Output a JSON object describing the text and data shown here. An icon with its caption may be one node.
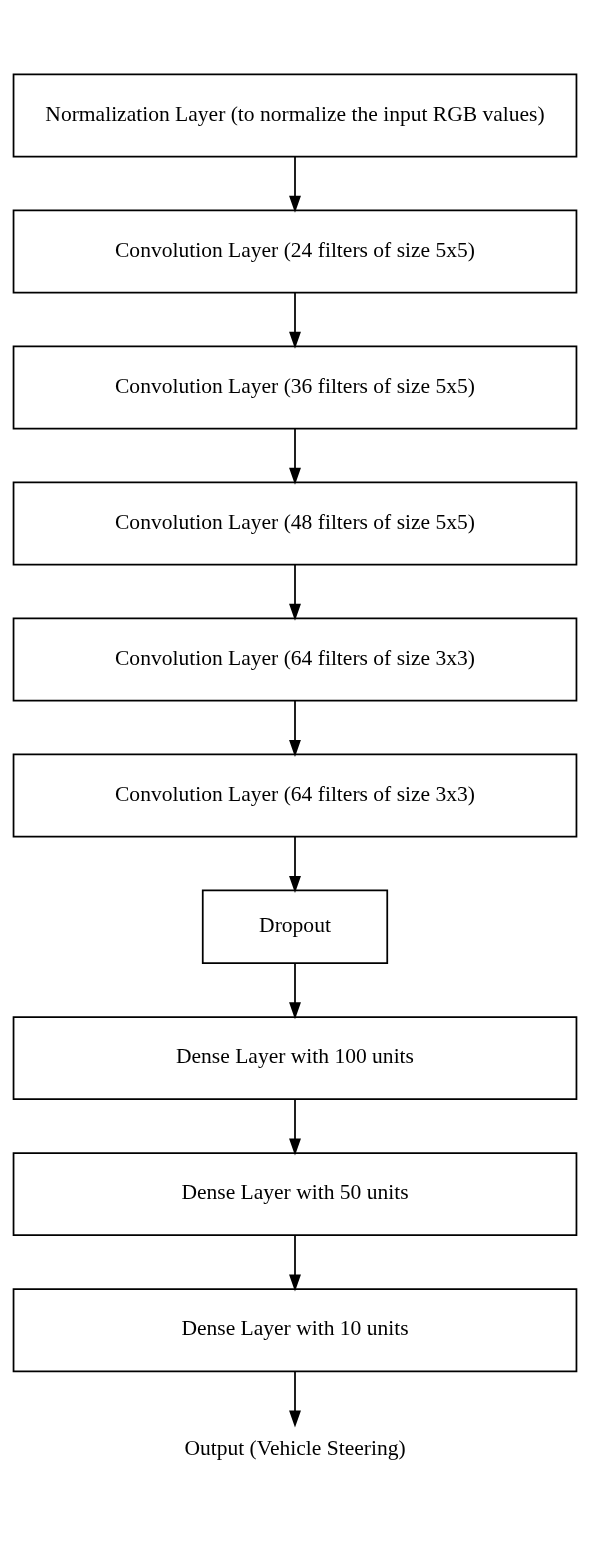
{
  "diagram": {
    "nodes": [
      {
        "text": [
          "Normalization Layer (to normalize the input RGB values)"
        ]
      },
      {
        "text": [
          "Convolution Layer (24 filters of size 5x5)"
        ]
      },
      {
        "text": [
          "Convolution Layer (36 filters of size 5x5)"
        ]
      },
      {
        "text": [
          "Convolution Layer (48 filters of size 5x5)"
        ]
      },
      {
        "text": [
          "Convolution Layer (64 filters of size 3x3)"
        ]
      },
      {
        "text": [
          "Convolution Layer (64 filters of size 3x3)"
        ]
      },
      {
        "text": [
          "Dropout"
        ]
      },
      {
        "text": [
          "Dense Layer with 100 units"
        ]
      },
      {
        "text": [
          "Dense Layer with 50 units"
        ]
      },
      {
        "text": [
          "Dense Layer with 10 units"
        ]
      },
      {
        "text": [
          "Output (Vehicle Steering)"
        ]
      }
    ],
    "edges": [
      {
        "from": 0,
        "to": 1,
        "arrow": "to"
      },
      {
        "from": 1,
        "to": 2,
        "arrow": "to"
      },
      {
        "from": 2,
        "to": 3,
        "arrow": "to"
      },
      {
        "from": 3,
        "to": 4,
        "arrow": "to"
      },
      {
        "from": 4,
        "to": 5,
        "arrow": "to"
      },
      {
        "from": 5,
        "to": 6,
        "arrow": "to"
      },
      {
        "from": 6,
        "to": 7,
        "arrow": "to"
      },
      {
        "from": 7,
        "to": 8,
        "arrow": "to"
      },
      {
        "from": 8,
        "to": 9,
        "arrow": "to"
      },
      {
        "from": 9,
        "to": 10,
        "arrow": "to"
      }
    ]
  }
}
